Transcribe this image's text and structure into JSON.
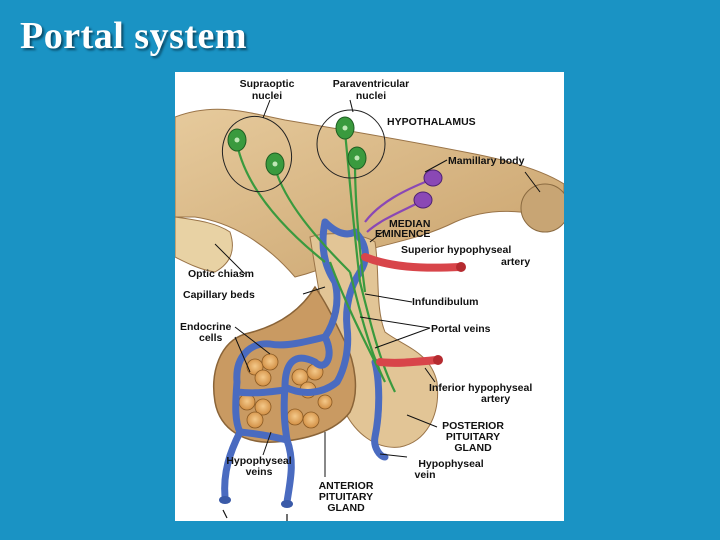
{
  "slide": {
    "title": "Portal system"
  },
  "diagram": {
    "labels": {
      "supraoptic_line1": "Supraoptic",
      "supraoptic_line2": "nuclei",
      "paraventricular_line1": "Paraventricular",
      "paraventricular_line2": "nuclei",
      "hypothalamus": "HYPOTHALAMUS",
      "mamillary": "Mamillary body",
      "median_line1": "MEDIAN",
      "median_line2": "EMINENCE",
      "sup_artery_line1": "Superior hypophyseal",
      "sup_artery_line2": "artery",
      "optic_chiasm": "Optic chiasm",
      "capillary_beds": "Capillary beds",
      "infundibulum": "Infundibulum",
      "endocrine_line1": "Endocrine",
      "endocrine_line2": "cells",
      "portal_veins": "Portal veins",
      "inf_artery_line1": "Inferior hypophyseal",
      "inf_artery_line2": "artery",
      "posterior_line1": "POSTERIOR",
      "posterior_line2": "PITUITARY",
      "posterior_line3": "GLAND",
      "hyp_veins_left_line1": "Hypophyseal",
      "hyp_veins_left_line2": "veins",
      "hyp_vein_right_line1": "Hypophyseal",
      "hyp_vein_right_line2": "vein",
      "anterior_line1": "ANTERIOR",
      "anterior_line2": "PITUITARY",
      "anterior_line3": "GLAND"
    },
    "colors": {
      "tissue": "#d9bb8c",
      "tissue_dark": "#b98f5a",
      "neuron_green": "#3a9a3e",
      "neuron_purple": "#8a48b5",
      "vessel_blue": "#4a6bc0",
      "artery_red": "#d8454a",
      "cell_orange": "#e3a25a"
    }
  }
}
